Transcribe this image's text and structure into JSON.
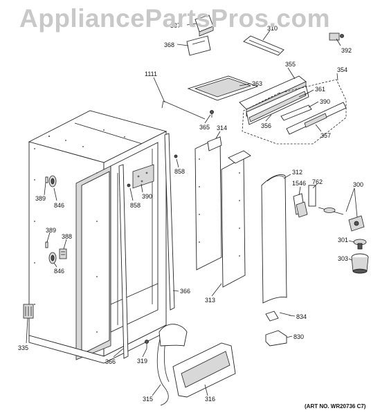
{
  "watermark": "AppliancePartsPros.com",
  "art_number": "(ART NO. WR20736 C7)",
  "callouts": [
    {
      "id": "387",
      "text": "387"
    },
    {
      "id": "368",
      "text": "368"
    },
    {
      "id": "310",
      "text": "310"
    },
    {
      "id": "392",
      "text": "392"
    },
    {
      "id": "1111",
      "text": "1111"
    },
    {
      "id": "355",
      "text": "355"
    },
    {
      "id": "354",
      "text": "354"
    },
    {
      "id": "363",
      "text": "363"
    },
    {
      "id": "361",
      "text": "361"
    },
    {
      "id": "390a",
      "text": "390"
    },
    {
      "id": "356",
      "text": "356"
    },
    {
      "id": "357",
      "text": "357"
    },
    {
      "id": "365",
      "text": "365"
    },
    {
      "id": "314",
      "text": "314"
    },
    {
      "id": "858a",
      "text": "858"
    },
    {
      "id": "858b",
      "text": "858"
    },
    {
      "id": "390b",
      "text": "390"
    },
    {
      "id": "312",
      "text": "312"
    },
    {
      "id": "1546",
      "text": "1546"
    },
    {
      "id": "762",
      "text": "762"
    },
    {
      "id": "300",
      "text": "300"
    },
    {
      "id": "389a",
      "text": "389"
    },
    {
      "id": "846a",
      "text": "846"
    },
    {
      "id": "389b",
      "text": "389"
    },
    {
      "id": "388",
      "text": "388"
    },
    {
      "id": "846b",
      "text": "846"
    },
    {
      "id": "301",
      "text": "301"
    },
    {
      "id": "303",
      "text": "303"
    },
    {
      "id": "366a",
      "text": "366"
    },
    {
      "id": "313",
      "text": "313"
    },
    {
      "id": "834",
      "text": "834"
    },
    {
      "id": "830",
      "text": "830"
    },
    {
      "id": "335",
      "text": "335"
    },
    {
      "id": "366b",
      "text": "366"
    },
    {
      "id": "319",
      "text": "319"
    },
    {
      "id": "315",
      "text": "315"
    },
    {
      "id": "316",
      "text": "316"
    }
  ]
}
